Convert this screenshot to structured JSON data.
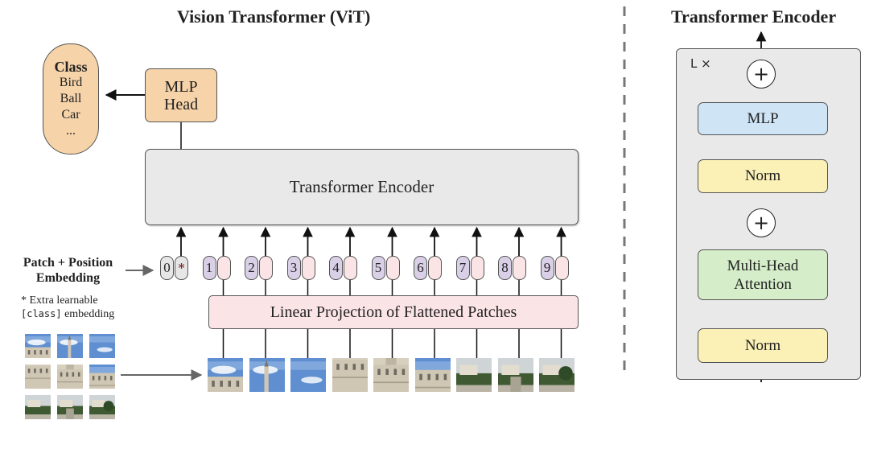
{
  "vit": {
    "title": "Vision Transformer (ViT)",
    "class_box": {
      "heading": "Class",
      "items": [
        "Bird",
        "Ball",
        "Car",
        "..."
      ]
    },
    "mlp_head": {
      "line1": "MLP",
      "line2": "Head"
    },
    "transformer_encoder": "Transformer Encoder",
    "linear_projection": "Linear Projection of Flattened Patches",
    "patch_position_label": {
      "line1": "Patch + Position",
      "line2": "Embedding"
    },
    "extra_note": {
      "line1": "* Extra learnable",
      "code": "[class]",
      "line2_rest": " embedding"
    },
    "tokens": [
      "0",
      "1",
      "2",
      "3",
      "4",
      "5",
      "6",
      "7",
      "8",
      "9"
    ],
    "class_token_mark": "*"
  },
  "encoder_detail": {
    "title": "Transformer Encoder",
    "repeat_label": "L ×",
    "mlp": "MLP",
    "norm_top": "Norm",
    "norm_bottom": "Norm",
    "mha": {
      "line1": "Multi-Head",
      "line2": "Attention"
    },
    "plus_top": "+",
    "plus_bottom": "+"
  },
  "colors": {
    "orange": "#f6d3a8",
    "gray": "#e9e9e9",
    "pink": "#fbe4e6",
    "purple": "#d9cfe6",
    "yellow": "#fbf0b6",
    "blue": "#cfe4f5",
    "green": "#d5eec9"
  },
  "patch_images": [
    "sky-building",
    "sky-tower",
    "sky",
    "building-left",
    "building-center",
    "building-right",
    "trees-left",
    "trees-center",
    "trees-right"
  ]
}
